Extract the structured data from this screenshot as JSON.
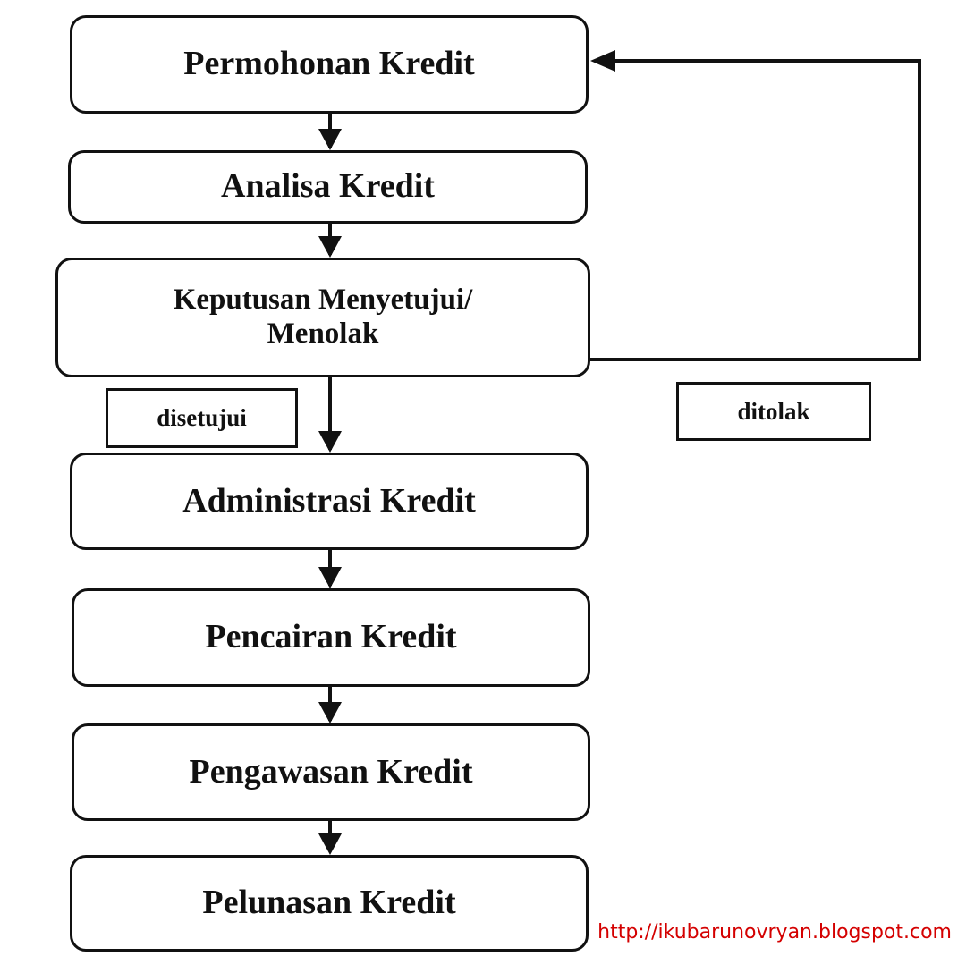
{
  "diagram": {
    "steps": [
      "Permohonan Kredit",
      "Analisa Kredit",
      "Keputusan Menyetujui/ Menolak",
      "Administrasi Kredit",
      "Pencairan Kredit",
      "Pengawasan Kredit",
      "Pelunasan Kredit"
    ],
    "decision_lines": [
      "Keputusan Menyetujui/",
      "Menolak"
    ],
    "approved_label": "disetujui",
    "rejected_label": "ditolak"
  },
  "footer": {
    "url": "http://ikubarunovryan.blogspot.com"
  },
  "colors": {
    "line": "#111111",
    "footer_text": "#d40000"
  }
}
